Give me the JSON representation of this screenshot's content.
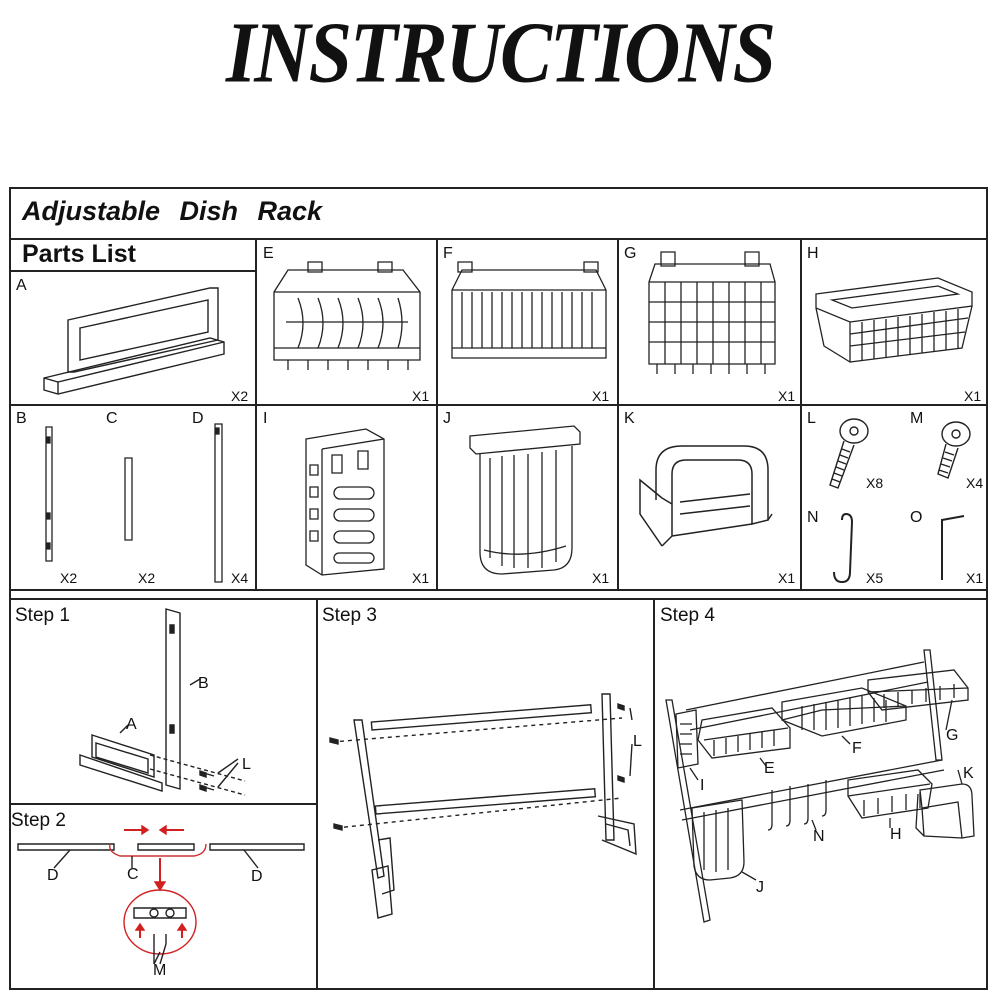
{
  "header": {
    "title": "INSTRUCTIONS"
  },
  "product": {
    "name": "Adjustable Dish Rack"
  },
  "parts_list": {
    "title": "Parts List",
    "parts": [
      {
        "letter": "A",
        "qty": "X2",
        "icon": "side-frame-base"
      },
      {
        "letter": "E",
        "qty": "X1",
        "icon": "dish-basket"
      },
      {
        "letter": "F",
        "qty": "X1",
        "icon": "plate-basket"
      },
      {
        "letter": "G",
        "qty": "X1",
        "icon": "grid-basket"
      },
      {
        "letter": "H",
        "qty": "X1",
        "icon": "small-basket"
      },
      {
        "letter": "B",
        "qty": "X2",
        "icon": "long-pole-with-holes"
      },
      {
        "letter": "C",
        "qty": "X2",
        "icon": "short-connector"
      },
      {
        "letter": "D",
        "qty": "X4",
        "icon": "long-pole"
      },
      {
        "letter": "I",
        "qty": "X1",
        "icon": "utensil-holder"
      },
      {
        "letter": "J",
        "qty": "X1",
        "icon": "hanging-basket"
      },
      {
        "letter": "K",
        "qty": "X1",
        "icon": "cutting-board-holder"
      },
      {
        "letter": "L",
        "qty": "X8",
        "icon": "long-screw"
      },
      {
        "letter": "M",
        "qty": "X4",
        "icon": "short-screw"
      },
      {
        "letter": "N",
        "qty": "X5",
        "icon": "s-hook"
      },
      {
        "letter": "O",
        "qty": "X1",
        "icon": "allen-key"
      }
    ]
  },
  "steps": {
    "step1": {
      "title": "Step 1",
      "labels": {
        "a": "A",
        "b": "B",
        "l": "L"
      }
    },
    "step2": {
      "title": "Step 2",
      "labels": {
        "d1": "D",
        "c": "C",
        "d2": "D",
        "m": "M"
      }
    },
    "step3": {
      "title": "Step 3",
      "labels": {
        "l": "L"
      }
    },
    "step4": {
      "title": "Step 4",
      "labels": {
        "e": "E",
        "f": "F",
        "g": "G",
        "i": "I",
        "k": "K",
        "n": "N",
        "h": "H",
        "j": "J"
      }
    }
  },
  "colors": {
    "ink": "#222222",
    "arrow": "#d21f1f"
  }
}
